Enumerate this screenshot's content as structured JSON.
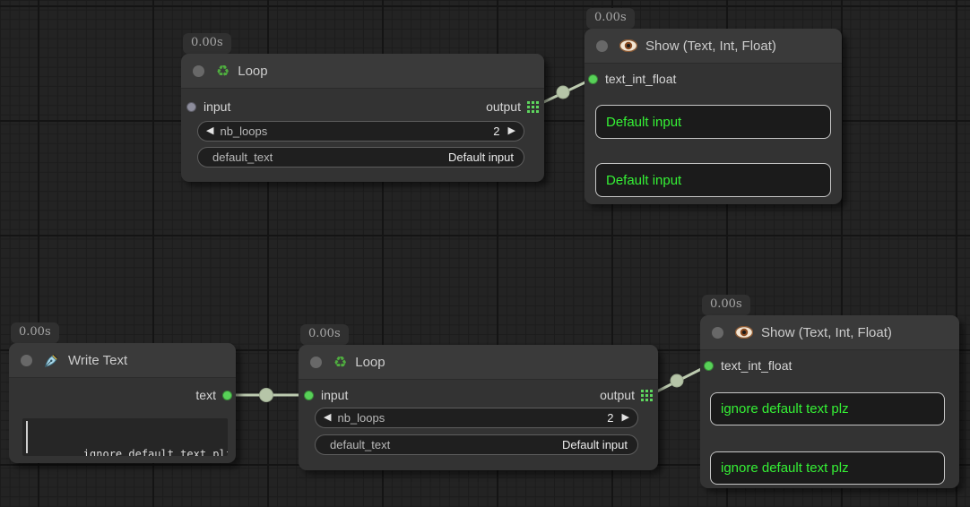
{
  "colors": {
    "accent_green": "#35f135",
    "slot_green": "#58d158",
    "slot_gray": "#8d8d9c",
    "wire": "#bdcbb0",
    "wire_dot": "#b6c5a8"
  },
  "icons": {
    "arrow_left": "◀",
    "arrow_right": "▶",
    "recycle": "♻"
  },
  "nodes": {
    "loop_top": {
      "badge": "0.00s",
      "title": "Loop",
      "input_label": "input",
      "output_label": "output",
      "widgets": {
        "nb_loops": {
          "label": "nb_loops",
          "value": "2"
        },
        "default_text": {
          "label": "default_text",
          "value": "Default input"
        }
      }
    },
    "show_top": {
      "badge": "0.00s",
      "title": "Show (Text, Int, Float)",
      "input_label": "text_int_float",
      "values": [
        "Default input",
        "Default input"
      ]
    },
    "write_text": {
      "badge": "0.00s",
      "title": "Write Text",
      "output_label": "text",
      "text_value": "ignore default text plz"
    },
    "loop_bottom": {
      "badge": "0.00s",
      "title": "Loop",
      "input_label": "input",
      "output_label": "output",
      "widgets": {
        "nb_loops": {
          "label": "nb_loops",
          "value": "2"
        },
        "default_text": {
          "label": "default_text",
          "value": "Default input"
        }
      }
    },
    "show_bottom": {
      "badge": "0.00s",
      "title": "Show (Text, Int, Float)",
      "input_label": "text_int_float",
      "values": [
        "ignore default text plz",
        "ignore default text plz"
      ]
    }
  }
}
